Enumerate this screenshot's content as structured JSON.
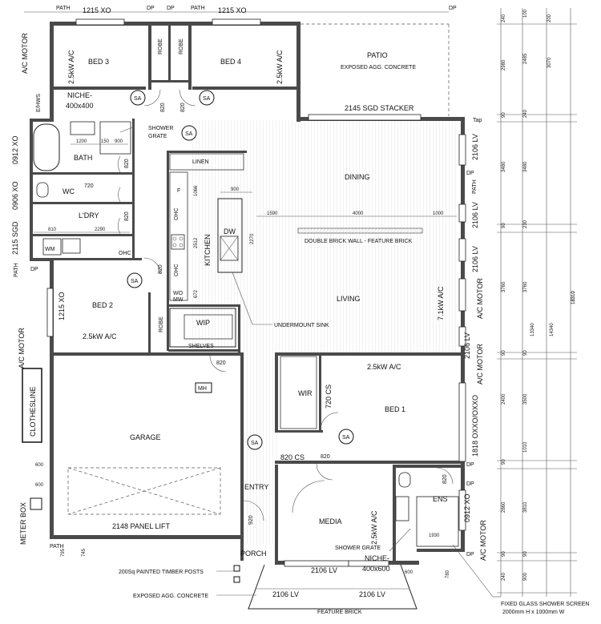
{
  "rooms": {
    "bed3": "BED 3",
    "bed4": "BED 4",
    "patio": "PATIO",
    "patio_sub": "EXPOSED AGG. CONCRETE",
    "bath": "BATH",
    "wc": "WC",
    "ldry": "L'DRY",
    "linen": "LINEN",
    "dining": "DINING",
    "kitchen": "KITCHEN",
    "living": "LIVING",
    "bed2": "BED 2",
    "wip": "WIP",
    "shelves": "SHELVES",
    "wir": "WIR",
    "bed1": "BED 1",
    "garage": "GARAGE",
    "entry": "ENTRY",
    "media": "MEDIA",
    "ens": "ENS",
    "porch": "PORCH",
    "robe": "ROBE",
    "wm": "WM",
    "mh": "MH",
    "dw": "DW"
  },
  "labels": {
    "path": "PATH",
    "dp": "DP",
    "xo_1215": "1215 XO",
    "ac_25": "2.5kW A/C",
    "ac_71": "7.1kW A/C",
    "ac_motor": "A/C MOTOR",
    "niche_400": "NICHE-\n400x400",
    "niche_line1": "NICHE-",
    "niche_line2": "400x400",
    "niche600_line1": "NICHE-",
    "niche600_line2": "400x600",
    "sgd_stacker": "2145 SGD STACKER",
    "shower_grate": "SHOWER",
    "shower_grate2": "GRATE",
    "shower_grate_full": "SHOWER GRATE",
    "lv_2106": "2106 LV",
    "xo_0912": "0912 XO",
    "xo_0906": "0906 XO",
    "sgd_2115": "2115 SGD",
    "ehws": "E/HWS",
    "ohc": "OHC",
    "double_brick": "DOUBLE BRICK WALL - FEATURE BRICK",
    "undermount_sink": "UNDERMOUNT SINK",
    "cs_720": "720 CS",
    "cs_820": "820 CS",
    "d820": "820",
    "d720": "720",
    "d920": "920",
    "oxxo": "1818 OXXO/OXXO",
    "clothesline": "CLOTHESLINE",
    "meter_box": "METER BOX",
    "panel_lift": "2148 PANEL LIFT",
    "timber_posts": "200Sq PAINTED TIMBER POSTS",
    "exposed_agg": "EXPOSED AGG. CONCRETE",
    "feature_brick": "FEATURE BRICK",
    "glass_screen": "FIXED GLASS SHOWER SCREEN",
    "glass_screen_size": "2000mm H x 1000mm W",
    "sa": "SA",
    "wo_mw": "WO\nMW",
    "wo": "WO",
    "mw": "MW",
    "robe_short": "ROBE",
    "f": "F",
    "tap": "Tap",
    "o": "O",
    "x": "X"
  },
  "dims": {
    "d1200": "1200",
    "d150": "150",
    "d900": "900",
    "d1590": "1590",
    "d4000": "4000",
    "d1000": "1000",
    "d2290": "2290",
    "d810": "810",
    "d1066": "1066",
    "d2512": "2512",
    "d672": "672",
    "d2270": "2270",
    "d1930": "1930",
    "d600": "600",
    "d795": "795",
    "d745": "745",
    "d780": "780"
  },
  "right_dims": {
    "col1": [
      "240",
      "2980",
      "90",
      "3480",
      "90",
      "3760",
      "90",
      "2400",
      "90",
      "2860",
      "90",
      "240"
    ],
    "col2": [
      "100",
      "2485",
      "240",
      "3480",
      "230",
      "3760",
      "90",
      "3500",
      "1010",
      "3810",
      "90",
      "900"
    ],
    "col3": [
      "200",
      "3070",
      "13340",
      "14340",
      "18310"
    ],
    "col4": [
      "18310"
    ]
  }
}
